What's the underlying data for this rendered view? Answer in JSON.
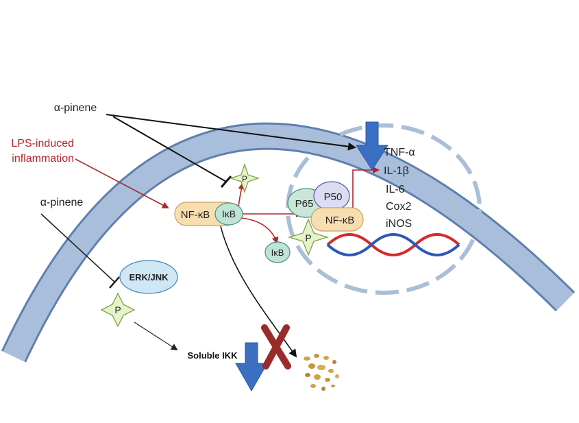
{
  "labels": {
    "alpha_pinene_top": "α-pinene",
    "alpha_pinene_left": "α-pinene",
    "lps_line1": "LPS-induced",
    "lps_line2": "inflammation",
    "nfkb_cytoplasm": "NF-κB",
    "ikb_bound": "IκB",
    "ikb_free": "IκB",
    "phospho_p": "P",
    "p65": "P65",
    "p50": "P50",
    "nfkb_nucleus": "NF-κB",
    "erk_jnk": "ERK/JNK",
    "soluble_ikk": "Soluble IKK"
  },
  "cytokines": [
    "TNF-α",
    "IL-1β",
    "IL-6",
    "Cox2",
    "iNOS"
  ],
  "colors": {
    "membrane": "#a9bedb",
    "membrane_edge": "#5f7fae",
    "nfkb_fill": "#f7deb0",
    "ikb_fill": "#bfe3d8",
    "p65_fill": "#c9e6d6",
    "p50_fill": "#dcdcf3",
    "erk_fill": "#cfe7f5",
    "phospho_fill": "#e6f3c8",
    "down_arrow": "#3b6fc4",
    "lps_red": "#b1252c",
    "dna_red": "#d52a2a",
    "dna_blue": "#2a5ab5",
    "nucleus_dash": "#a9bfd6",
    "debris": "#d4a04a",
    "x_mark": "#9b2b2b"
  }
}
